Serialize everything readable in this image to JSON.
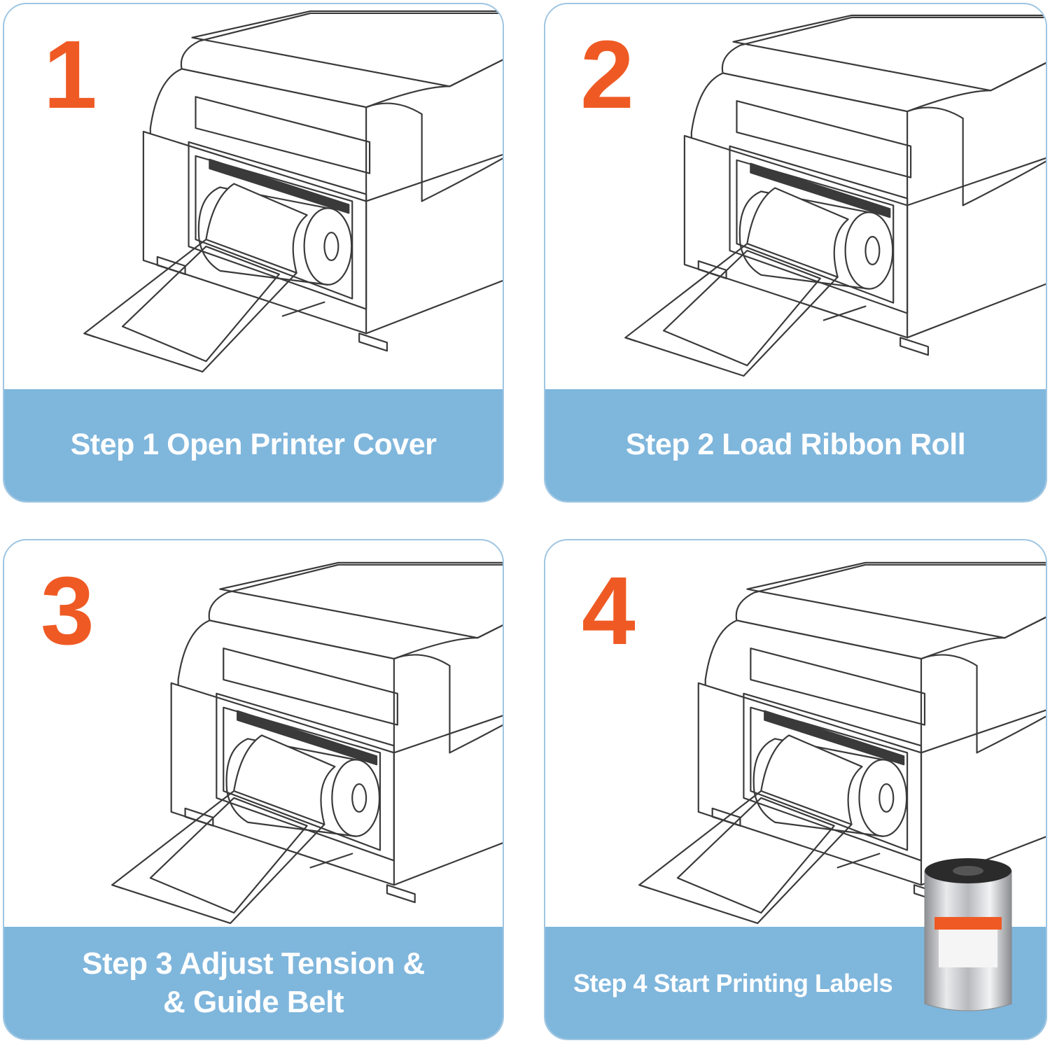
{
  "steps": [
    {
      "number": "1",
      "caption": "Step 1 Open Printer Cover"
    },
    {
      "number": "2",
      "caption": "Step 2 Load Ribbon Roll"
    },
    {
      "number": "3",
      "caption_line1": "Step 3 Adjust Tension &",
      "caption_line2": "& Guide Belt"
    },
    {
      "number": "4",
      "caption": "Step 4 Start Printing Labels"
    }
  ],
  "colors": {
    "number": "#ef5a24",
    "caption_band": "#7fb6dc",
    "card_border": "#9fc6e2"
  },
  "icons": [
    "label-printer-illustration",
    "ribbon-roll-image"
  ]
}
